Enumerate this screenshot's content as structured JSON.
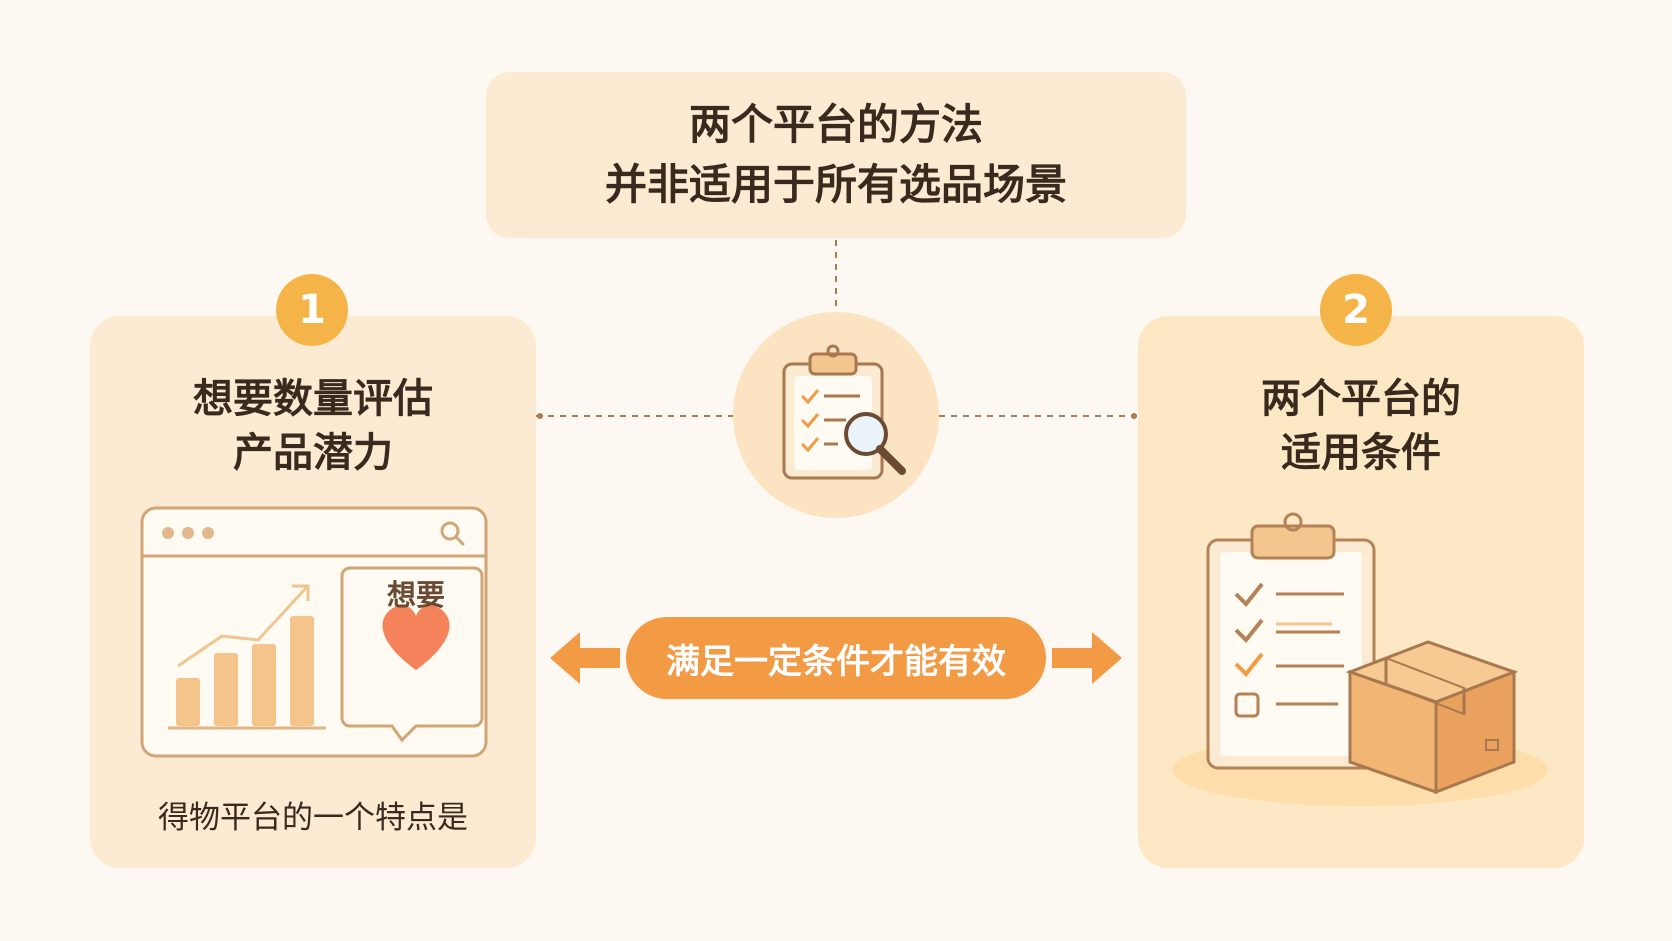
{
  "banner": {
    "line1": "两个平台的方法",
    "line2": "并非适用于所有选品场景"
  },
  "left_card": {
    "badge": "1",
    "title_line1": "想要数量评估",
    "title_line2": "产品潜力",
    "speech_label": "想要",
    "caption": "得物平台的一个特点是"
  },
  "right_card": {
    "badge": "2",
    "title_line1": "两个平台的",
    "title_line2": "适用条件"
  },
  "center": {
    "pill_label": "满足一定条件才能有效"
  },
  "colors": {
    "background": "#fdf8f1",
    "card": "#fcebd2",
    "accent_orange": "#f39a45",
    "badge_yellow": "#f5b447",
    "text_dark": "#3a2a1e",
    "line_brown": "#b07a4f"
  }
}
